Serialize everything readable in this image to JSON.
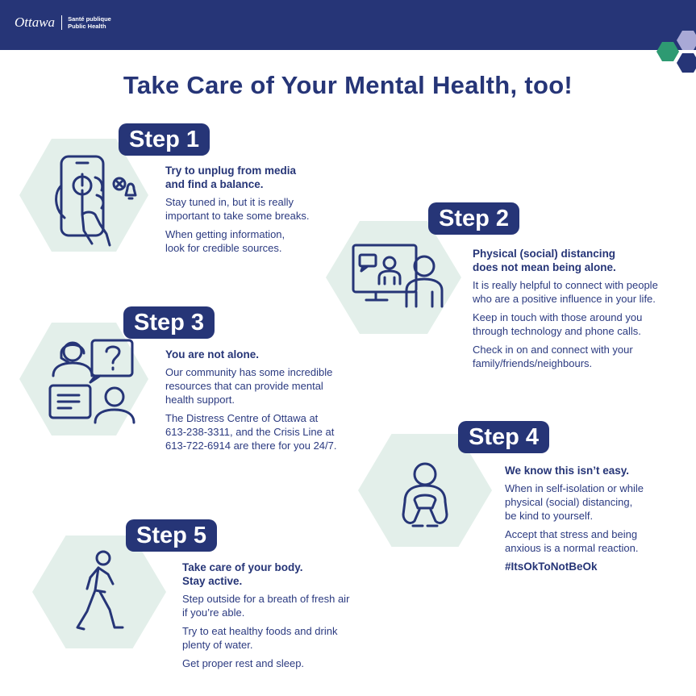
{
  "header": {
    "logo_word": "Ottawa",
    "logo_line1": "Santé publique",
    "logo_line2": "Public Health"
  },
  "title": "Take Care of Your Mental Health, too!",
  "colors": {
    "navy": "#263577",
    "text": "#2b3a80",
    "hex_bg": "#e3efea",
    "green": "#2e9a72",
    "lavender": "#a9a9d6"
  },
  "steps": [
    {
      "label": "Step 1",
      "icon": "phone-unplug-icon",
      "heading": "Try to unplug from media\nand find a balance.",
      "paragraphs": [
        "Stay tuned in, but it is really\nimportant to take some breaks.",
        "When getting information,\nlook for credible sources."
      ]
    },
    {
      "label": "Step 2",
      "icon": "video-call-icon",
      "heading": "Physical (social) distancing\ndoes not mean being alone.",
      "paragraphs": [
        "It is really helpful to connect with people\nwho are a positive influence in your life.",
        "Keep in touch with those around you\nthrough technology and phone calls.",
        "Check in on and connect with your\nfamily/friends/neighbours."
      ]
    },
    {
      "label": "Step 3",
      "icon": "support-chat-icon",
      "heading": "You are not alone.",
      "paragraphs": [
        "Our community has some incredible\nresources that can provide mental\nhealth support.",
        "The Distress Centre of Ottawa at\n613-238-3311, and the Crisis Line at\n613-722-6914 are there for you 24/7."
      ]
    },
    {
      "label": "Step 4",
      "icon": "sitting-person-icon",
      "heading": "We know this isn’t easy.",
      "paragraphs": [
        "When in self-isolation or while\nphysical (social) distancing,\nbe kind to yourself.",
        "Accept that stress and being\nanxious is a normal reaction."
      ],
      "hashtag": "#ItsOkToNotBeOk"
    },
    {
      "label": "Step 5",
      "icon": "walking-person-icon",
      "heading": "Take care of your body.\nStay active.",
      "paragraphs": [
        "Step outside for a breath of fresh air\nif you’re able.",
        "Try to eat healthy foods and drink\nplenty of water.",
        "Get proper rest and sleep."
      ]
    }
  ]
}
